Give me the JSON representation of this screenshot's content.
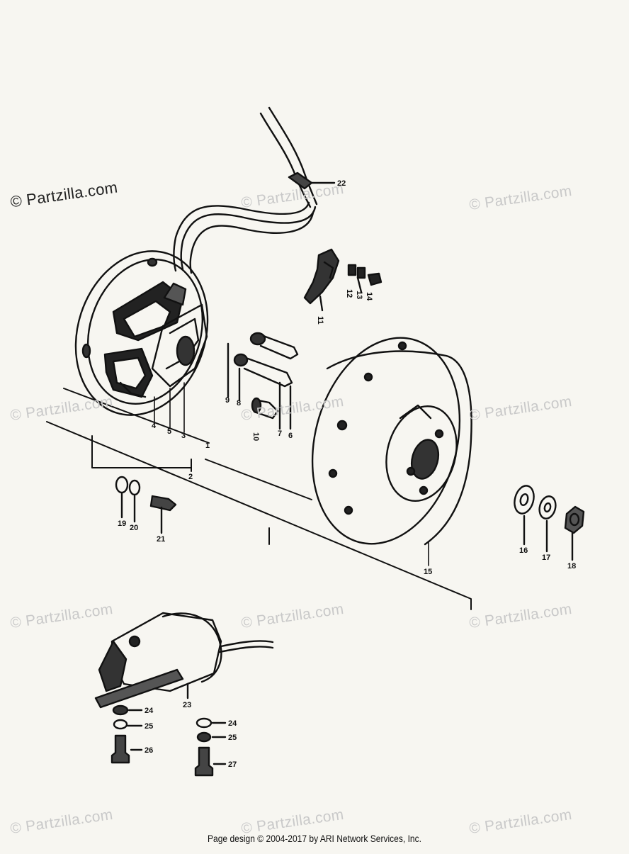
{
  "watermark": "© Partzilla.com",
  "footer": "Page design © 2004-2017 by ARI Network Services, Inc.",
  "callouts": [
    "1",
    "2",
    "3",
    "4",
    "5",
    "6",
    "7",
    "8",
    "9",
    "10",
    "11",
    "12",
    "13",
    "14",
    "15",
    "16",
    "17",
    "18",
    "19",
    "20",
    "21",
    "22",
    "23",
    "24",
    "25",
    "26",
    "27"
  ],
  "colors": {
    "ink": "#111111",
    "paper": "#f7f6f1",
    "watermark": "#c9c9c9"
  }
}
